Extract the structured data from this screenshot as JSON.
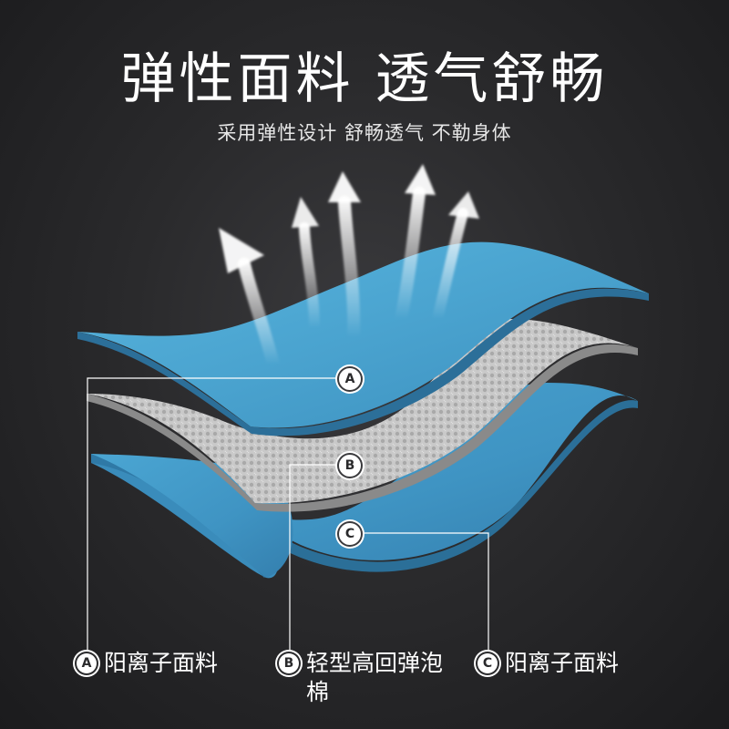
{
  "header": {
    "title": "弹性面料 透气舒畅",
    "subtitle": "采用弹性设计 舒畅透气 不勒身体"
  },
  "layers": [
    {
      "letter": "A",
      "label": "阳离子面料",
      "color": "#4aa6d0"
    },
    {
      "letter": "B",
      "label": "轻型高回弹泡棉",
      "color": "#b8b8b8"
    },
    {
      "letter": "C",
      "label": "阳离子面料",
      "color": "#4aa6d0"
    }
  ],
  "icons": {
    "airflow": "upward-arrow-icon",
    "marker": "circle-letter-icon"
  }
}
